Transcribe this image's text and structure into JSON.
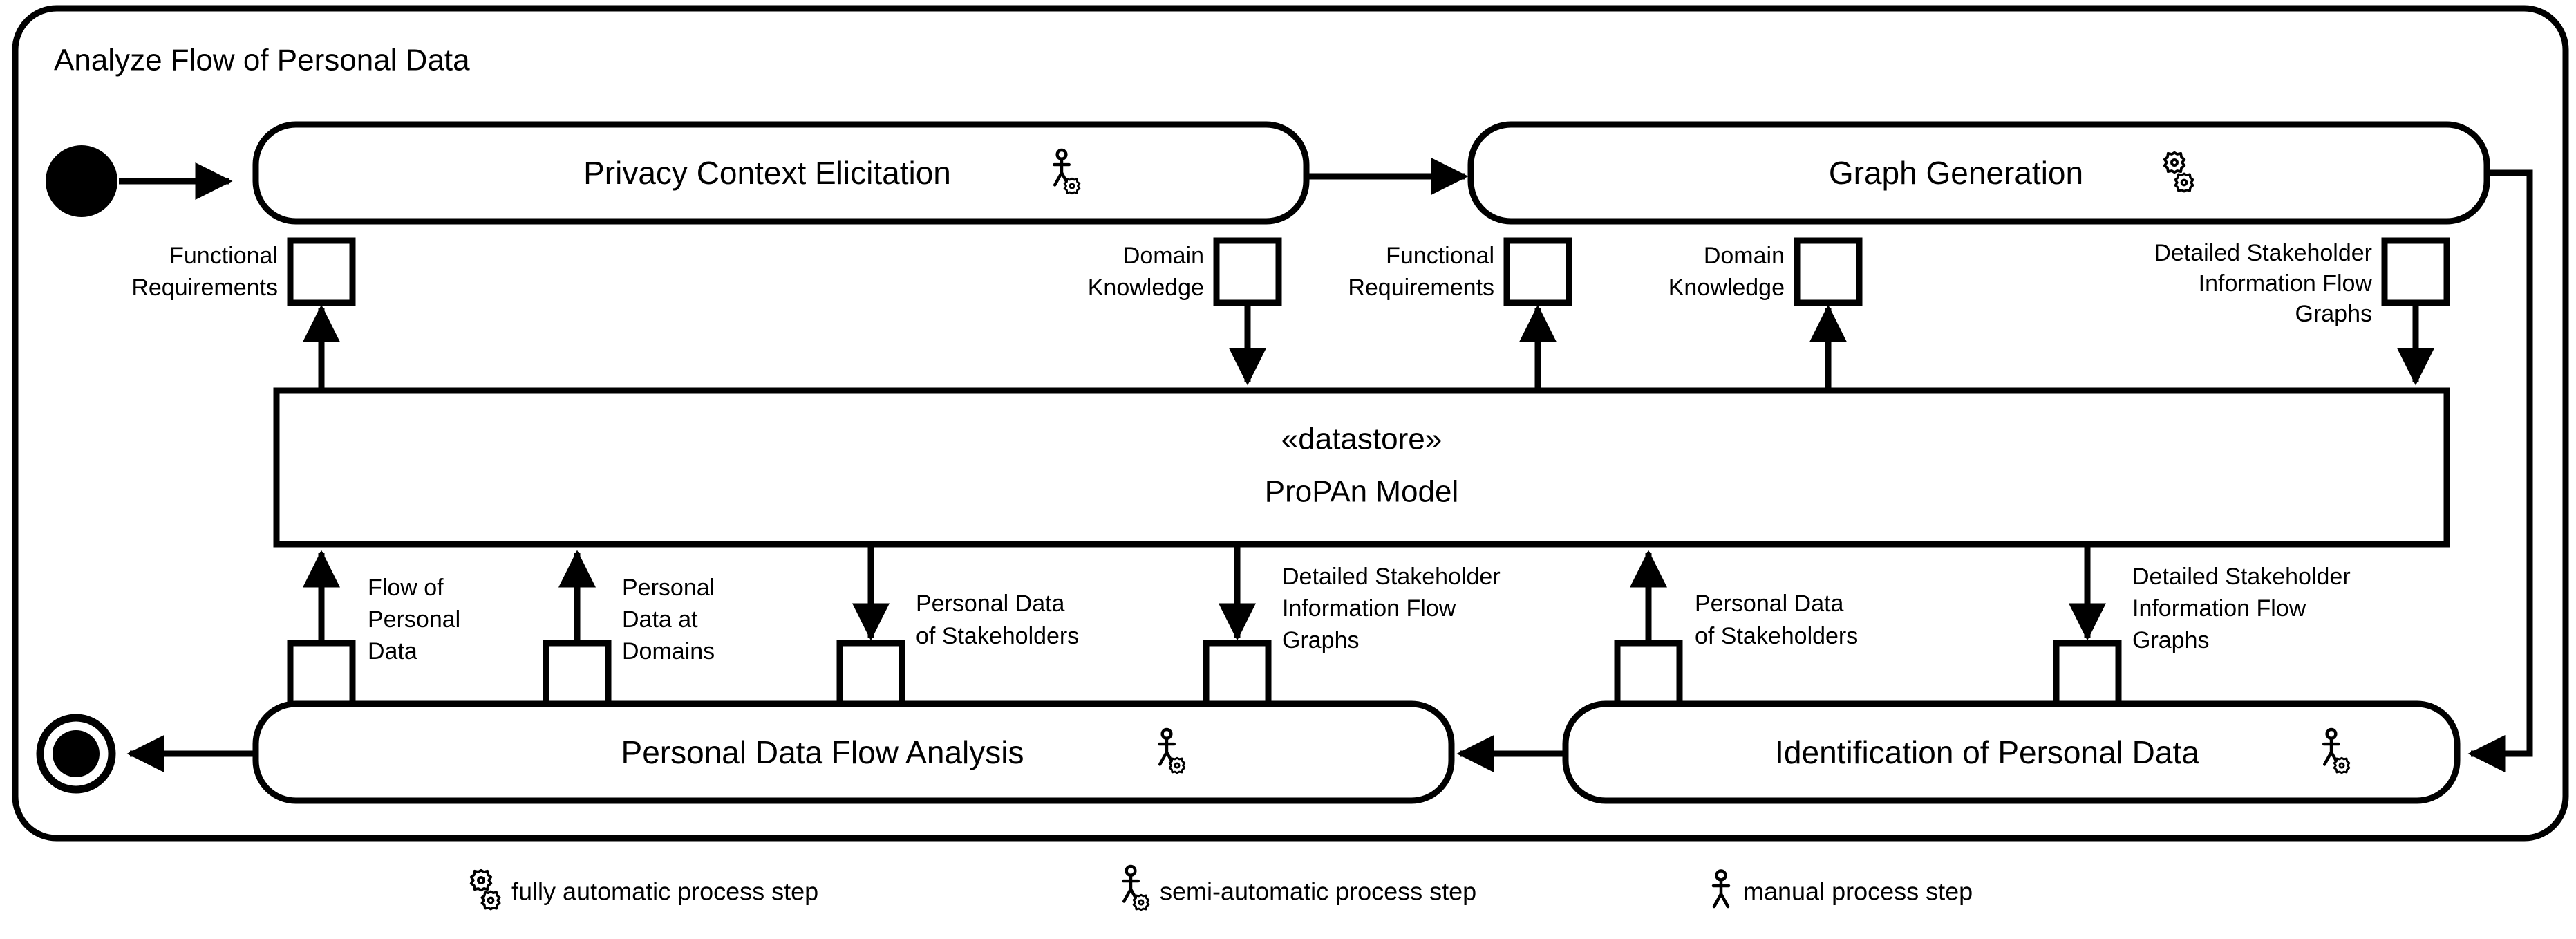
{
  "frame": {
    "title": "Analyze Flow of Personal Data"
  },
  "nodes": {
    "privacy_context_elicitation": {
      "label": "Privacy Context Elicitation",
      "icon": "semi-automatic-icon"
    },
    "graph_generation": {
      "label": "Graph Generation",
      "icon": "fully-automatic-icon"
    },
    "personal_data_flow_analysis": {
      "label": "Personal Data Flow Analysis",
      "icon": "semi-automatic-icon"
    },
    "identification_of_personal_data": {
      "label": "Identification of Personal Data",
      "icon": "semi-automatic-icon"
    },
    "datastore": {
      "stereotype": "«datastore»",
      "name": "ProPAn Model"
    },
    "initial_node": "initial-node",
    "final_node": "activity-final-node"
  },
  "pins": {
    "pce_functional_requirements": {
      "line1": "Functional",
      "line2": "Requirements",
      "direction": "in"
    },
    "pce_domain_knowledge": {
      "line1": "Domain",
      "line2": "Knowledge",
      "direction": "out"
    },
    "gg_functional_requirements": {
      "line1": "Functional",
      "line2": "Requirements",
      "direction": "in"
    },
    "gg_domain_knowledge": {
      "line1": "Domain",
      "line2": "Knowledge",
      "direction": "in"
    },
    "gg_detailed_graphs": {
      "line1": "Detailed Stakeholder",
      "line2": "Information Flow",
      "line3": "Graphs",
      "direction": "out"
    },
    "pdfa_flow_of_personal_data": {
      "line1": "Flow of",
      "line2": "Personal",
      "line3": "Data",
      "direction": "out"
    },
    "pdfa_personal_data_at_domains": {
      "line1": "Personal",
      "line2": "Data at",
      "line3": "Domains",
      "direction": "out"
    },
    "pdfa_personal_data_of_stakeholders": {
      "line1": "Personal Data",
      "line2": "of Stakeholders",
      "direction": "in"
    },
    "pdfa_detailed_graphs": {
      "line1": "Detailed Stakeholder",
      "line2": "Information Flow",
      "line3": "Graphs",
      "direction": "in"
    },
    "ipd_personal_data_of_stakeholders": {
      "line1": "Personal Data",
      "line2": "of Stakeholders",
      "direction": "out"
    },
    "ipd_detailed_graphs": {
      "line1": "Detailed Stakeholder",
      "line2": "Information Flow",
      "line3": "Graphs",
      "direction": "in"
    }
  },
  "legend": {
    "items": [
      {
        "icon": "fully-automatic-icon",
        "label": "fully automatic process step"
      },
      {
        "icon": "semi-automatic-icon",
        "label": "semi-automatic process step"
      },
      {
        "icon": "manual-icon",
        "label": "manual process step"
      }
    ]
  },
  "colors": {
    "stroke": "#000000",
    "background": "#ffffff"
  }
}
